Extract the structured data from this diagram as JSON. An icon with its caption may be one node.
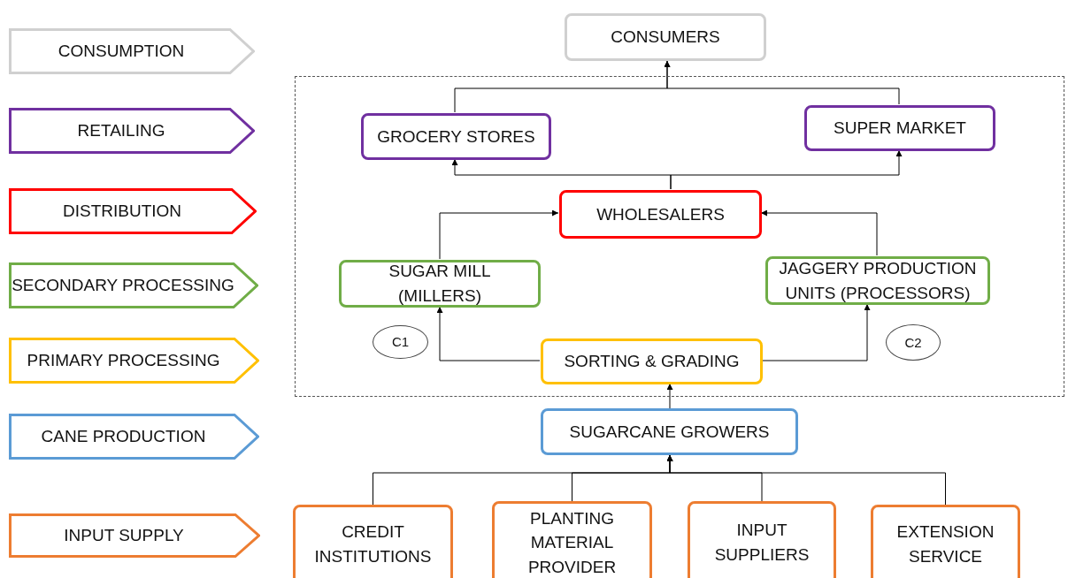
{
  "diagram": {
    "nodes": [
      {
        "text": [
          "CONSUMPTION"
        ]
      },
      {
        "text": [
          "RETAILING"
        ]
      },
      {
        "text": [
          "DISTRIBUTION"
        ]
      },
      {
        "text": [
          "SECONDARY PROCESSING"
        ]
      },
      {
        "text": [
          "PRIMARY PROCESSING"
        ]
      },
      {
        "text": [
          "CANE PRODUCTION"
        ]
      },
      {
        "text": [
          "INPUT SUPPLY"
        ]
      },
      {
        "text": [
          "CONSUMERS"
        ]
      },
      {
        "text": [],
        "shape": "box"
      },
      {
        "text": [
          "GROCERY STORES"
        ],
        "in": 8
      },
      {
        "text": [
          "SUPER MARKET"
        ],
        "in": 8
      },
      {
        "text": [
          "WHOLESALERS"
        ],
        "in": 8
      },
      {
        "text": [
          "SUGAR MILL (MILLERS)"
        ],
        "in": 8
      },
      {
        "text": [
          "JAGGERY PRODUCTION UNITS (PROCESSORS)"
        ],
        "in": 8
      },
      {
        "text": [
          "C1"
        ],
        "in": 8
      },
      {
        "text": [
          "C2"
        ],
        "in": 8
      },
      {
        "text": [
          "SORTING & GRADING"
        ],
        "in": 8
      },
      {
        "text": [
          "SUGARCANE GROWERS"
        ]
      },
      {
        "text": [
          "CREDIT INSTITUTIONS"
        ]
      },
      {
        "text": [
          "PLANTING MATERIAL PROVIDER"
        ]
      },
      {
        "text": [
          "INPUT SUPPLIERS"
        ]
      },
      {
        "text": [
          "EXTENSION SERVICE"
        ]
      }
    ],
    "edges": [
      {
        "from": 9,
        "to": 7,
        "arrow": "to"
      },
      {
        "from": 10,
        "to": 7,
        "arrow": "to"
      },
      {
        "from": 11,
        "to": 9,
        "arrow": "to"
      },
      {
        "from": 11,
        "to": 10,
        "arrow": "to"
      },
      {
        "from": 12,
        "to": 11,
        "arrow": "to"
      },
      {
        "from": 13,
        "to": 11,
        "arrow": "to"
      },
      {
        "from": 16,
        "to": 12,
        "arrow": "to"
      },
      {
        "from": 16,
        "to": 13,
        "arrow": "to"
      },
      {
        "from": 17,
        "to": 16,
        "arrow": "to"
      },
      {
        "from": 18,
        "to": 17,
        "arrow": "to"
      },
      {
        "from": 19,
        "to": 17,
        "arrow": "to"
      },
      {
        "from": 20,
        "to": 17,
        "arrow": "to"
      },
      {
        "from": 21,
        "to": 17,
        "arrow": "to"
      }
    ]
  }
}
